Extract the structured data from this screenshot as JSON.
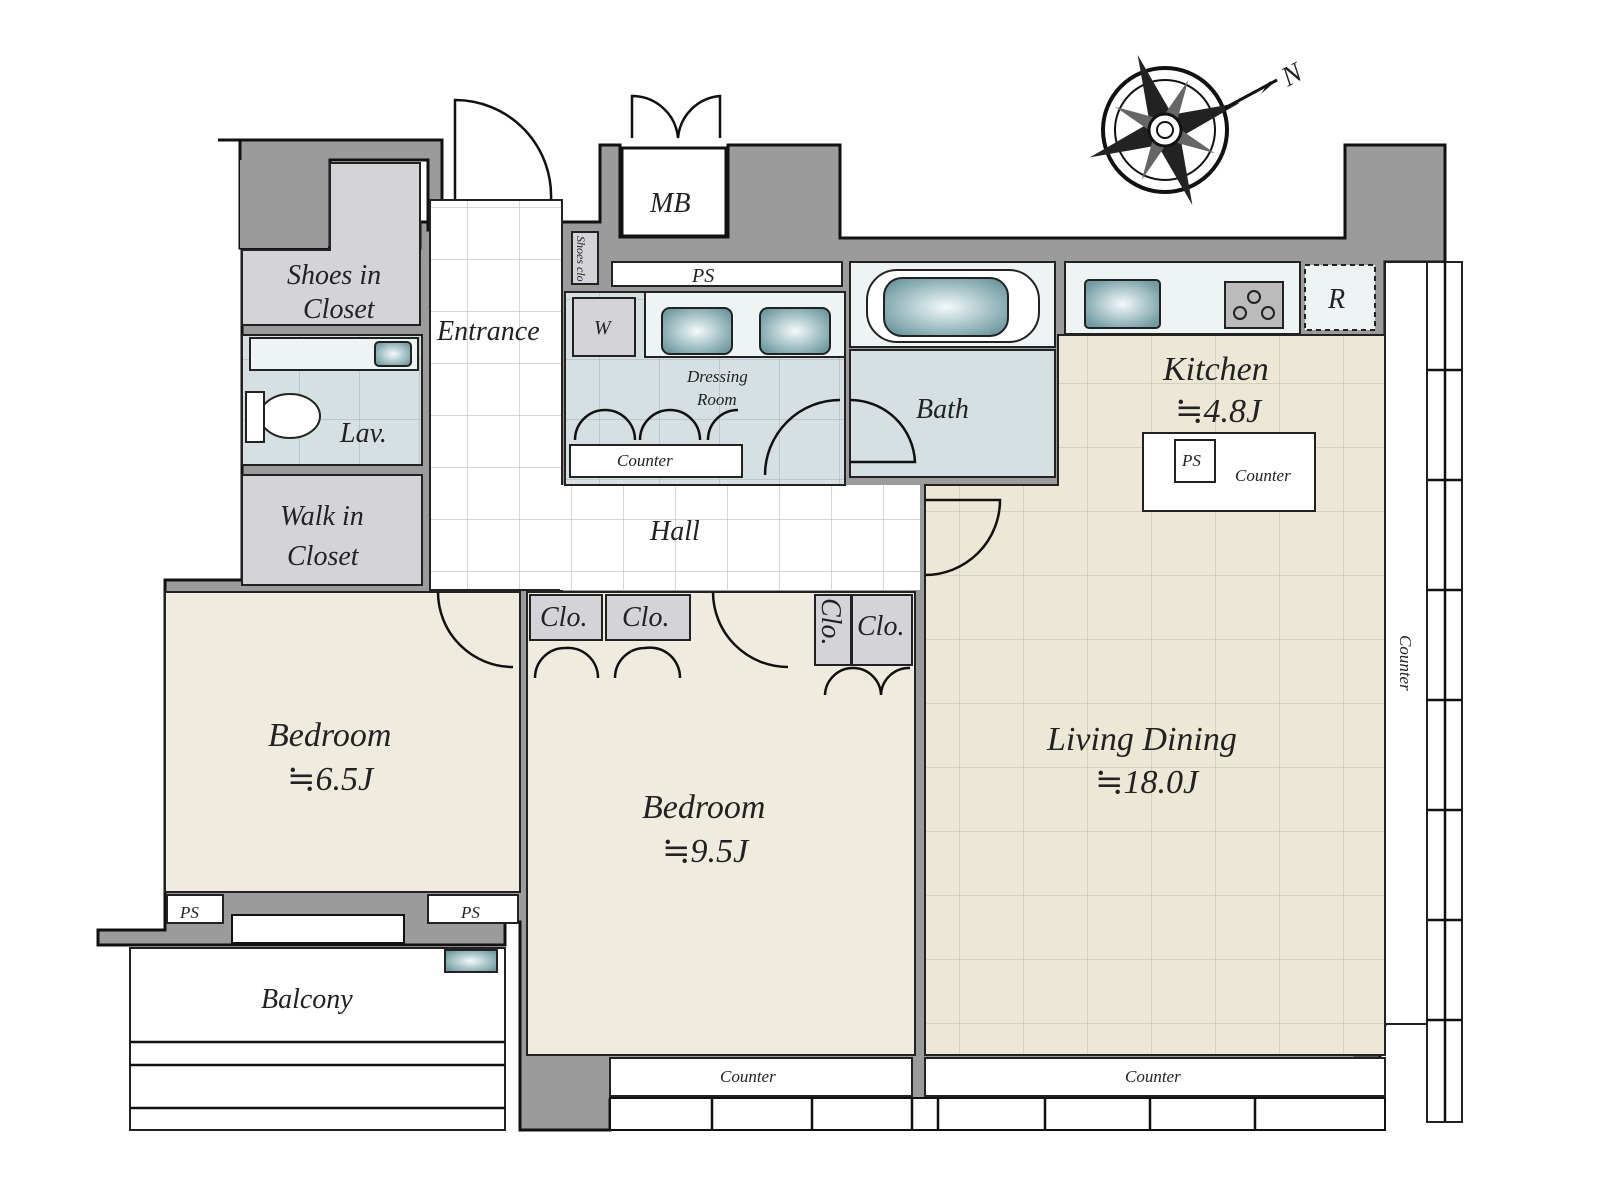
{
  "title": "Floor plan",
  "compass": {
    "label": "N"
  },
  "rooms": {
    "mb": "MB",
    "shoes_in_closet": [
      "Shoes in",
      "Closet"
    ],
    "entrance": "Entrance",
    "shoes_clo": "Shoes clo",
    "ps_top": "PS",
    "washer": "W",
    "dressing_room": [
      "Dressing",
      "Room"
    ],
    "dressing_counter": "Counter",
    "bath": "Bath",
    "lav": "Lav.",
    "walk_in_closet": [
      "Walk in",
      "Closet"
    ],
    "hall": "Hall",
    "kitchen": {
      "name": "Kitchen",
      "size": "≒4.8J"
    },
    "refrigerator": "R",
    "island_ps": "PS",
    "island_counter": "Counter",
    "right_counter": "Counter",
    "closets": [
      "Clo.",
      "Clo.",
      "Clo.",
      "Clo."
    ],
    "bedroom1": {
      "name": "Bedroom",
      "size": "≒6.5J"
    },
    "bedroom2": {
      "name": "Bedroom",
      "size": "≒9.5J"
    },
    "living_dining": {
      "name": "Living Dining",
      "size": "≒18.0J"
    },
    "ps_left": "PS",
    "ps_right": "PS",
    "balcony": "Balcony",
    "bottom_counter_left": "Counter",
    "bottom_counter_right": "Counter"
  },
  "colors": {
    "wall": "#9b9b9b",
    "bedroom": "#efebdf",
    "living": "#ede8d6",
    "closet": "#d4d4d8",
    "wet": "#d6e0e2"
  }
}
